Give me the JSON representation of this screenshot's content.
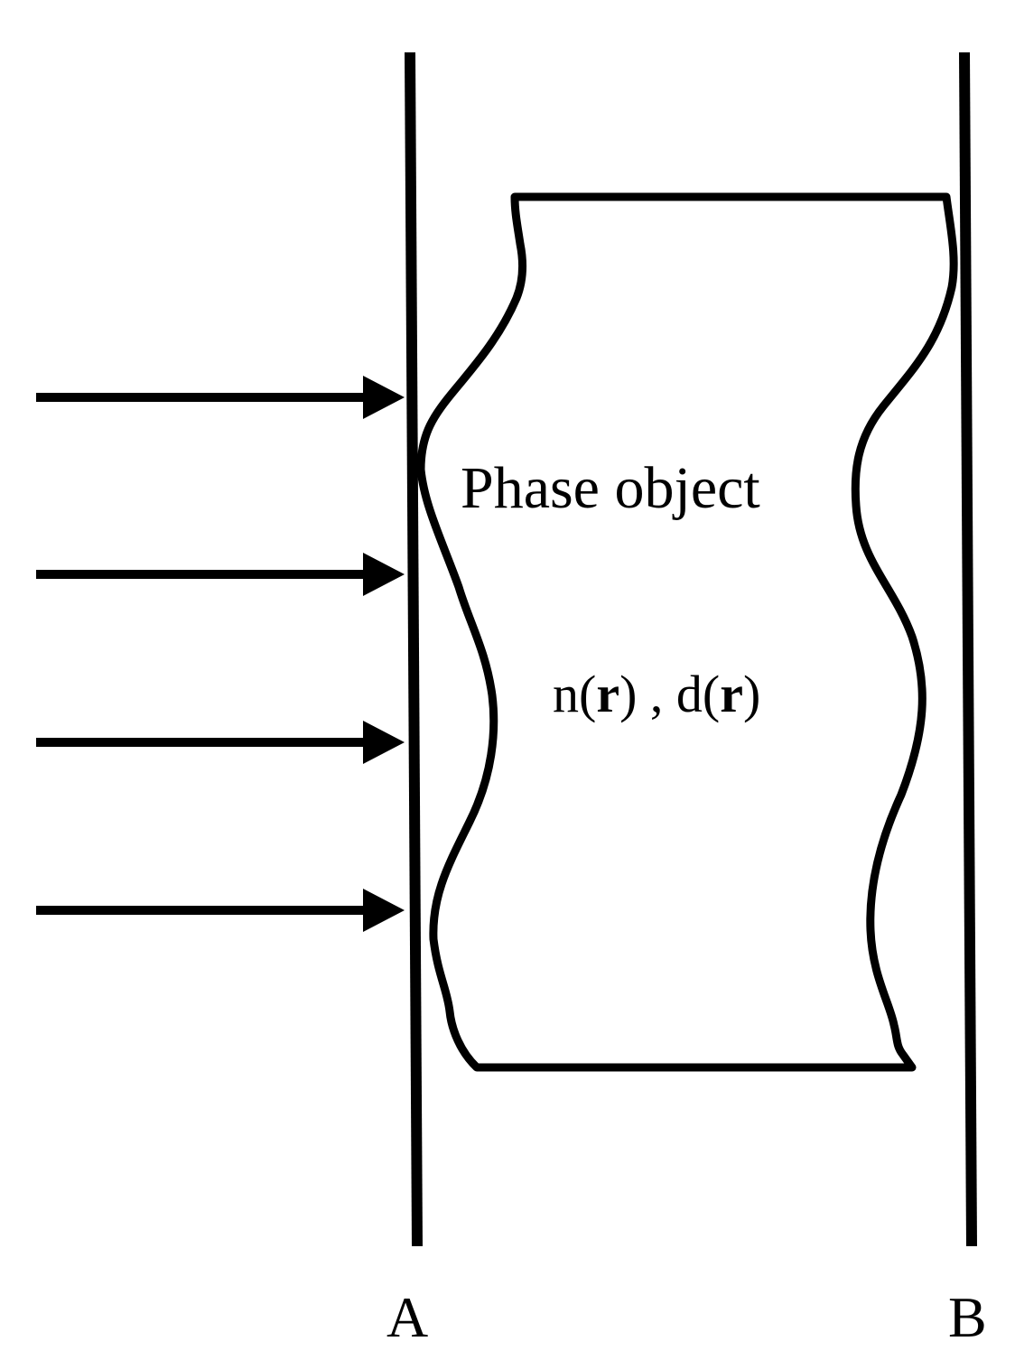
{
  "colors": {
    "stroke": "#000000",
    "background": "#ffffff"
  },
  "phase_object": {
    "title": "Phase object",
    "props": {
      "n_prefix": "n(",
      "n_var": "r",
      "n_suffix": ") , d(",
      "d_var": "r",
      "d_suffix": ")"
    }
  },
  "planes": {
    "left_label": "A",
    "right_label": "B"
  },
  "incident_arrows": {
    "count": 4
  }
}
